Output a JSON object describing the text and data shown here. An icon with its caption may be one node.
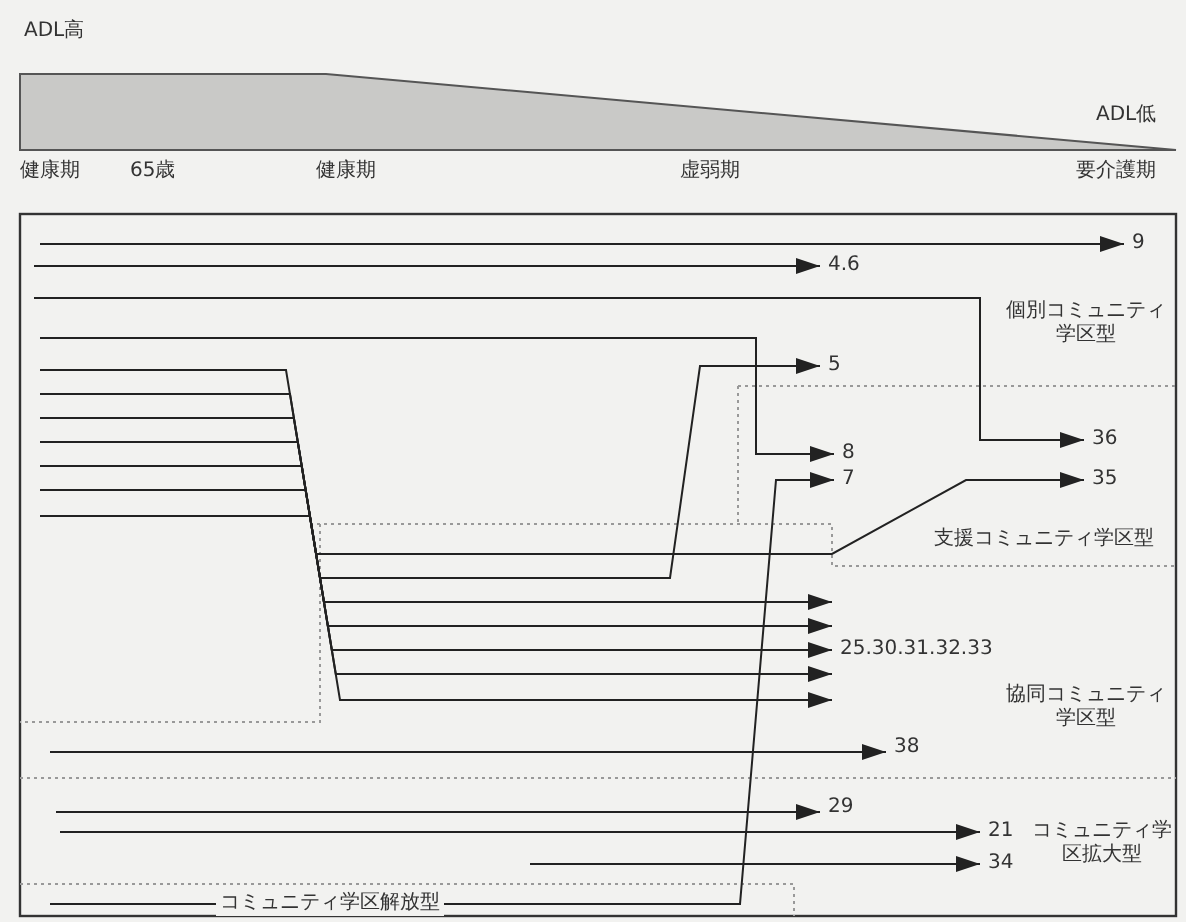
{
  "diagram": {
    "nodes": [
      {
        "text": [
          "9"
        ]
      },
      {
        "text": [
          "4.6"
        ]
      },
      {
        "text": [
          "5"
        ]
      },
      {
        "text": [
          "8"
        ]
      },
      {
        "text": [
          "36"
        ]
      },
      {
        "text": [
          "7"
        ]
      },
      {
        "text": [
          "35"
        ]
      },
      {
        "text": [
          "25.30.31.32.33"
        ]
      },
      {
        "text": [
          "38"
        ]
      },
      {
        "text": [
          "29"
        ]
      },
      {
        "text": [
          "21"
        ]
      },
      {
        "text": [
          "34"
        ]
      }
    ],
    "edges": [
      {
        "from": null,
        "to": 0,
        "arrow": "to"
      },
      {
        "from": null,
        "to": 1,
        "arrow": "to"
      },
      {
        "from": null,
        "to": 4,
        "arrow": "to"
      },
      {
        "from": null,
        "to": 3,
        "arrow": "to"
      },
      {
        "from": null,
        "to": 6,
        "arrow": "to"
      },
      {
        "from": null,
        "to": 2,
        "arrow": "to"
      },
      {
        "from": null,
        "to": 7,
        "arrow": "to"
      },
      {
        "from": null,
        "to": 7,
        "arrow": "to"
      },
      {
        "from": null,
        "to": 7,
        "arrow": "to"
      },
      {
        "from": null,
        "to": 7,
        "arrow": "to"
      },
      {
        "from": null,
        "to": 7,
        "arrow": "to"
      },
      {
        "from": null,
        "to": 8,
        "arrow": "to"
      },
      {
        "from": null,
        "to": 9,
        "arrow": "to"
      },
      {
        "from": null,
        "to": 10,
        "arrow": "to"
      },
      {
        "from": null,
        "to": 11,
        "arrow": "to"
      },
      {
        "from": null,
        "to": 5,
        "arrow": "to",
        "label": "コミュニティ学区解放型"
      }
    ],
    "labels": [
      "ADL高",
      "ADL低",
      "健康期",
      "65歳",
      "健康期",
      "虚弱期",
      "要介護期",
      "個別コミュニティ学区型",
      "支援コミュニティ学区型",
      "協同コミュニティ学区型",
      "コミュニティ学区拡大型"
    ]
  }
}
